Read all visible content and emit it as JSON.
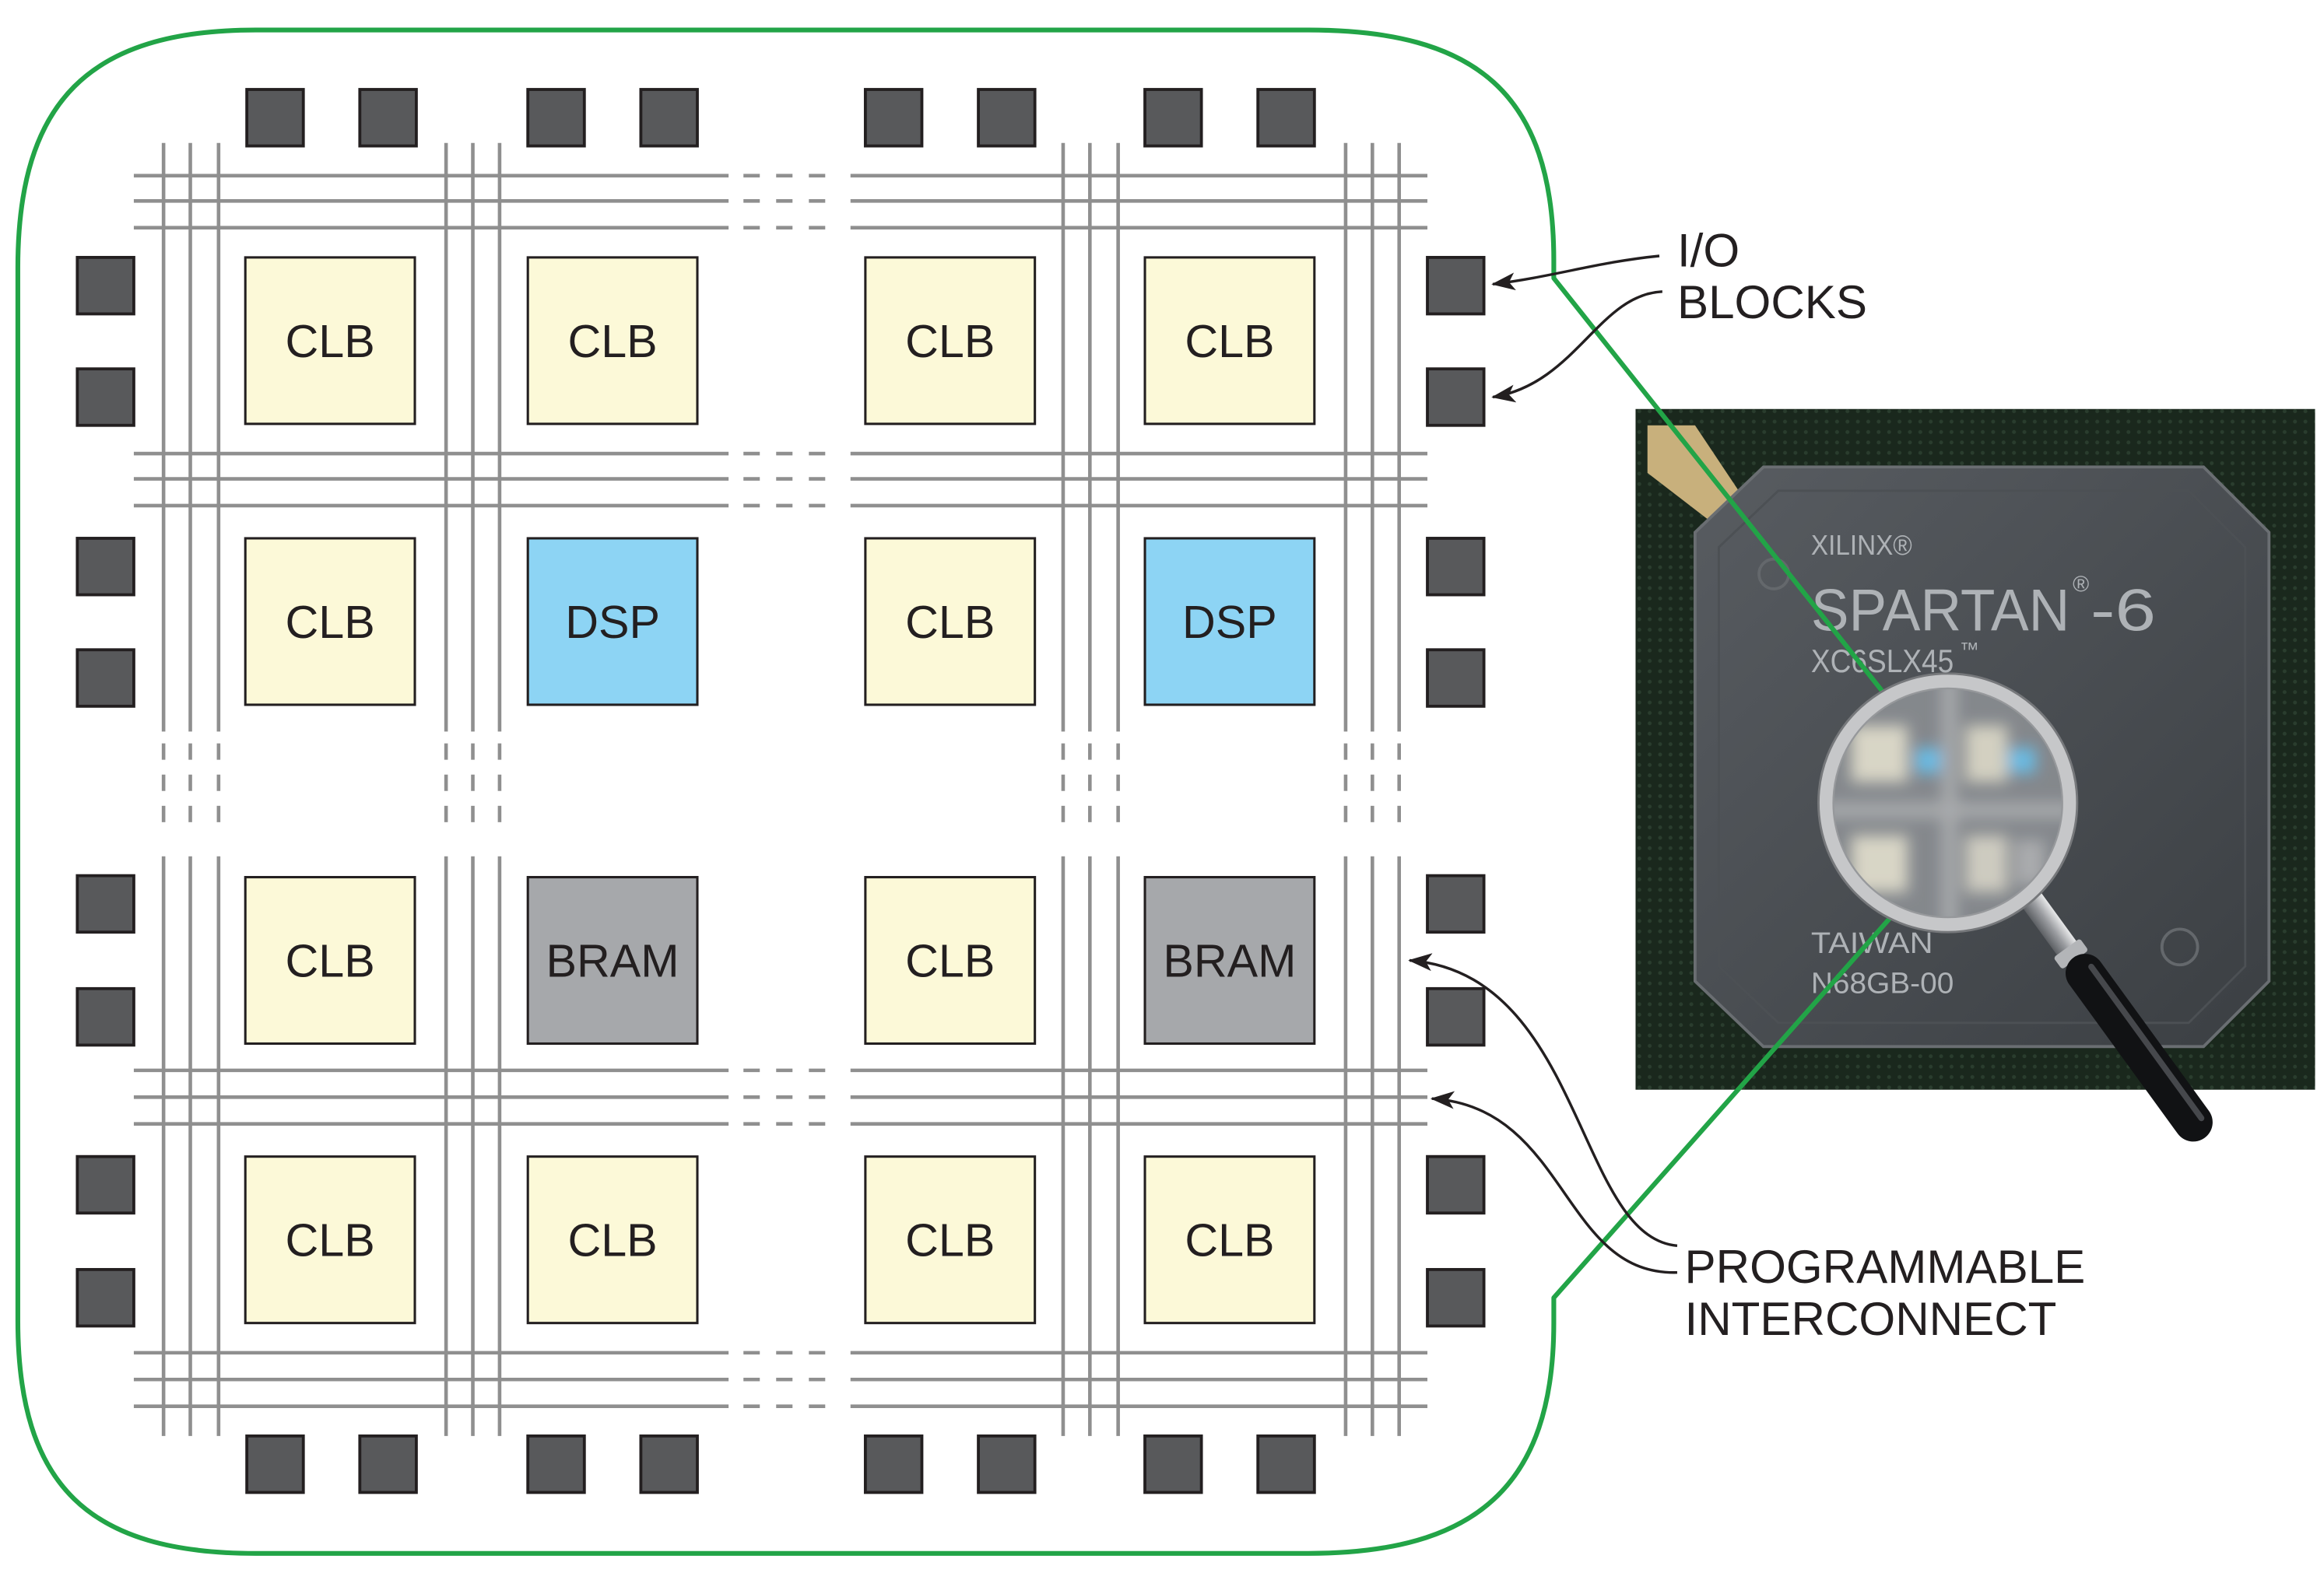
{
  "diagram": {
    "callouts": {
      "io_blocks": {
        "line1": "I/O",
        "line2": "BLOCKS"
      },
      "interconnect": {
        "line1": "PROGRAMMABLE",
        "line2": "INTERCONNECT"
      }
    },
    "grid": {
      "rows": [
        [
          "CLB",
          "CLB",
          "CLB",
          "CLB"
        ],
        [
          "CLB",
          "DSP",
          "CLB",
          "DSP"
        ],
        [
          "CLB",
          "BRAM",
          "CLB",
          "BRAM"
        ],
        [
          "CLB",
          "CLB",
          "CLB",
          "CLB"
        ]
      ]
    },
    "colors": {
      "CLB": "#fcf9d8",
      "DSP": "#8dd4f4",
      "BRAM": "#a6a8ab",
      "io_block": "#58595b",
      "interconnect": "#8f8f8f",
      "outline": "#22a447",
      "block_border": "#231f20"
    }
  },
  "chip_photo": {
    "brand": "XILINX®",
    "family": "SPARTAN",
    "family_mark": "®",
    "family_suffix": "-6",
    "part_number": "XC6SLX45",
    "part_mark": "™",
    "country": "TAIWAN",
    "lot_code": "N68GB-00"
  }
}
